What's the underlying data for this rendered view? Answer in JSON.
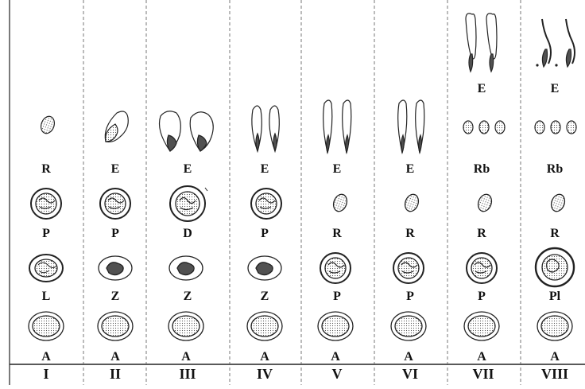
{
  "columns": [
    {
      "numeral": "I",
      "rows": {
        "top": "",
        "mid": "R",
        "r2": "P",
        "r3": "L",
        "r4": "A"
      }
    },
    {
      "numeral": "II",
      "rows": {
        "top": "",
        "mid": "E",
        "r2": "P",
        "r3": "Z",
        "r4": "A"
      }
    },
    {
      "numeral": "III",
      "rows": {
        "top": "",
        "mid": "E",
        "r2": "D",
        "r3": "Z",
        "r4": "A"
      }
    },
    {
      "numeral": "IV",
      "rows": {
        "top": "",
        "mid": "E",
        "r2": "P",
        "r3": "Z",
        "r4": "A"
      }
    },
    {
      "numeral": "V",
      "rows": {
        "top": "",
        "mid": "E",
        "r2": "R",
        "r3": "P",
        "r4": "A"
      }
    },
    {
      "numeral": "VI",
      "rows": {
        "top": "",
        "mid": "E",
        "r2": "R",
        "r3": "P",
        "r4": "A"
      }
    },
    {
      "numeral": "VII",
      "rows": {
        "top": "E",
        "mid": "Rb",
        "r2": "R",
        "r3": "P",
        "r4": "A"
      }
    },
    {
      "numeral": "VIII",
      "rows": {
        "top": "E",
        "mid": "Rb",
        "r2": "R",
        "r3": "Pl",
        "r4": "A"
      }
    }
  ]
}
